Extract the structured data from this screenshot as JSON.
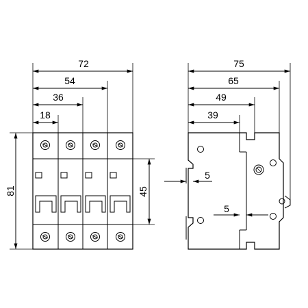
{
  "front_view": {
    "dims": {
      "width_4p": "72",
      "width_3p": "54",
      "width_2p": "36",
      "width_1p": "18",
      "height_total": "81",
      "height_front": "45"
    }
  },
  "side_view": {
    "dims": {
      "depth_total": "75",
      "depth_65": "65",
      "depth_49": "49",
      "depth_39": "39",
      "rail_gap_upper": "5",
      "rail_gap_lower": "5"
    }
  }
}
